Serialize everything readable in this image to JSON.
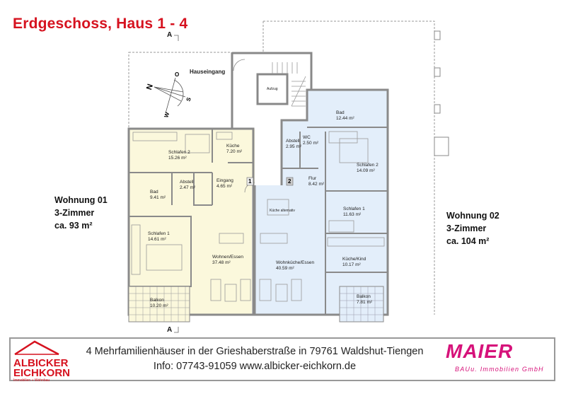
{
  "title": "Erdgeschoss, Haus 1 - 4",
  "section_marks": {
    "top": "A",
    "bottom": "A"
  },
  "compass": {
    "n": "N",
    "o": "O",
    "s": "S",
    "w": "W"
  },
  "entrance": {
    "label": "Hauseingang",
    "elevator": "Aufzug"
  },
  "stair_numbers": [
    "1",
    "2"
  ],
  "units": [
    {
      "name": "Wohnung 01",
      "rooms_label": "3-Zimmer",
      "area_label": "ca. 93 m²",
      "color": "#fbf8dc",
      "rooms": [
        {
          "name": "Schlafen 2",
          "area": "15.26 m²"
        },
        {
          "name": "Küche",
          "area": "7.20 m²"
        },
        {
          "name": "Abstell",
          "area": "2.47 m²"
        },
        {
          "name": "Eingang",
          "area": "4.65 m²"
        },
        {
          "name": "Bad",
          "area": "9.41 m²"
        },
        {
          "name": "Schlafen 1",
          "area": "14.61 m²"
        },
        {
          "name": "Wohnen/Essen",
          "area": "37.48 m²"
        },
        {
          "name": "Balkon",
          "area": "10.20 m²"
        }
      ]
    },
    {
      "name": "Wohnung 02",
      "rooms_label": "3-Zimmer",
      "area_label": "ca. 104 m²",
      "color": "#e3eefa",
      "rooms": [
        {
          "name": "Bad",
          "area": "12.44 m²"
        },
        {
          "name": "Abstell",
          "area": "2.95 m²"
        },
        {
          "name": "WC",
          "area": "2.50 m²"
        },
        {
          "name": "Schlafen 2",
          "area": "14.09 m²"
        },
        {
          "name": "Flur",
          "area": "8.42 m²"
        },
        {
          "name": "Küche alternativ",
          "area": ""
        },
        {
          "name": "Schlafen 1",
          "area": "11.63 m²"
        },
        {
          "name": "Wohnküche/Essen",
          "area": "40.59 m²"
        },
        {
          "name": "Küche/Kind",
          "area": "10.17 m²"
        },
        {
          "name": "Balkon",
          "area": "7.81 m²"
        }
      ]
    }
  ],
  "footer": {
    "line1": "4 Mehrfamilienhäuser in der Grieshaberstraße in 79761 Waldshut-Tiengen",
    "line2": "Info: 07743-91059   www.albicker-eichkorn.de",
    "logo_left": {
      "line1": "ALBICKER",
      "line2": "EICHKORN",
      "sub": "Immobilien + Wohnbau",
      "color": "#d6121f"
    },
    "logo_right": {
      "name": "MAIER",
      "sub": "BAUu. Immobilien GmbH",
      "color": "#d6127a"
    }
  }
}
